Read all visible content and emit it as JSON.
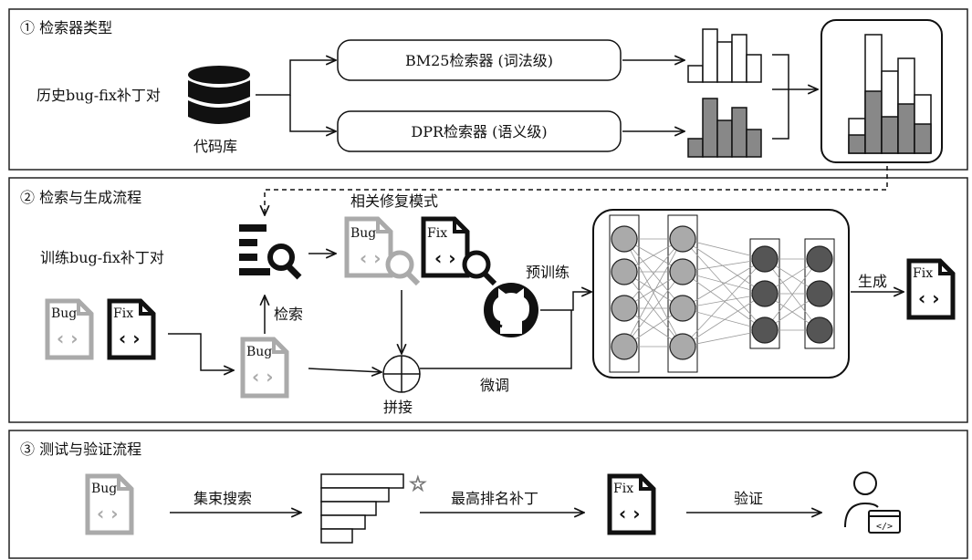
{
  "sections": [
    {
      "title": "① 检索器类型"
    },
    {
      "title": "② 检索与生成流程"
    },
    {
      "title": "③ 测试与验证流程"
    }
  ],
  "section1": {
    "history_label": "历史bug-fix补丁对",
    "db_label": "代码库",
    "bm25_label": "BM25检索器 (词法级)",
    "dpr_label": "DPR检索器 (语义级)"
  },
  "section2": {
    "train_label": "训练bug-fix补丁对",
    "related_label": "相关修复模式",
    "retrieve_label": "检索",
    "pretrain_label": "预训练",
    "concat_label": "拼接",
    "finetune_label": "微调",
    "generate_label": "生成"
  },
  "section3": {
    "beam_label": "集束搜索",
    "top_label": "最高排名补丁",
    "verify_label": "验证"
  },
  "docs": {
    "bug": "Bug",
    "fix": "Fix"
  },
  "icons": [
    "database-icon",
    "document-search-icon",
    "github-icon",
    "user-code-icon",
    "star-icon",
    "neural-network"
  ],
  "colors": {
    "gray": "#aaaaaa",
    "dark": "#111111",
    "bar_gray": "#888888"
  }
}
